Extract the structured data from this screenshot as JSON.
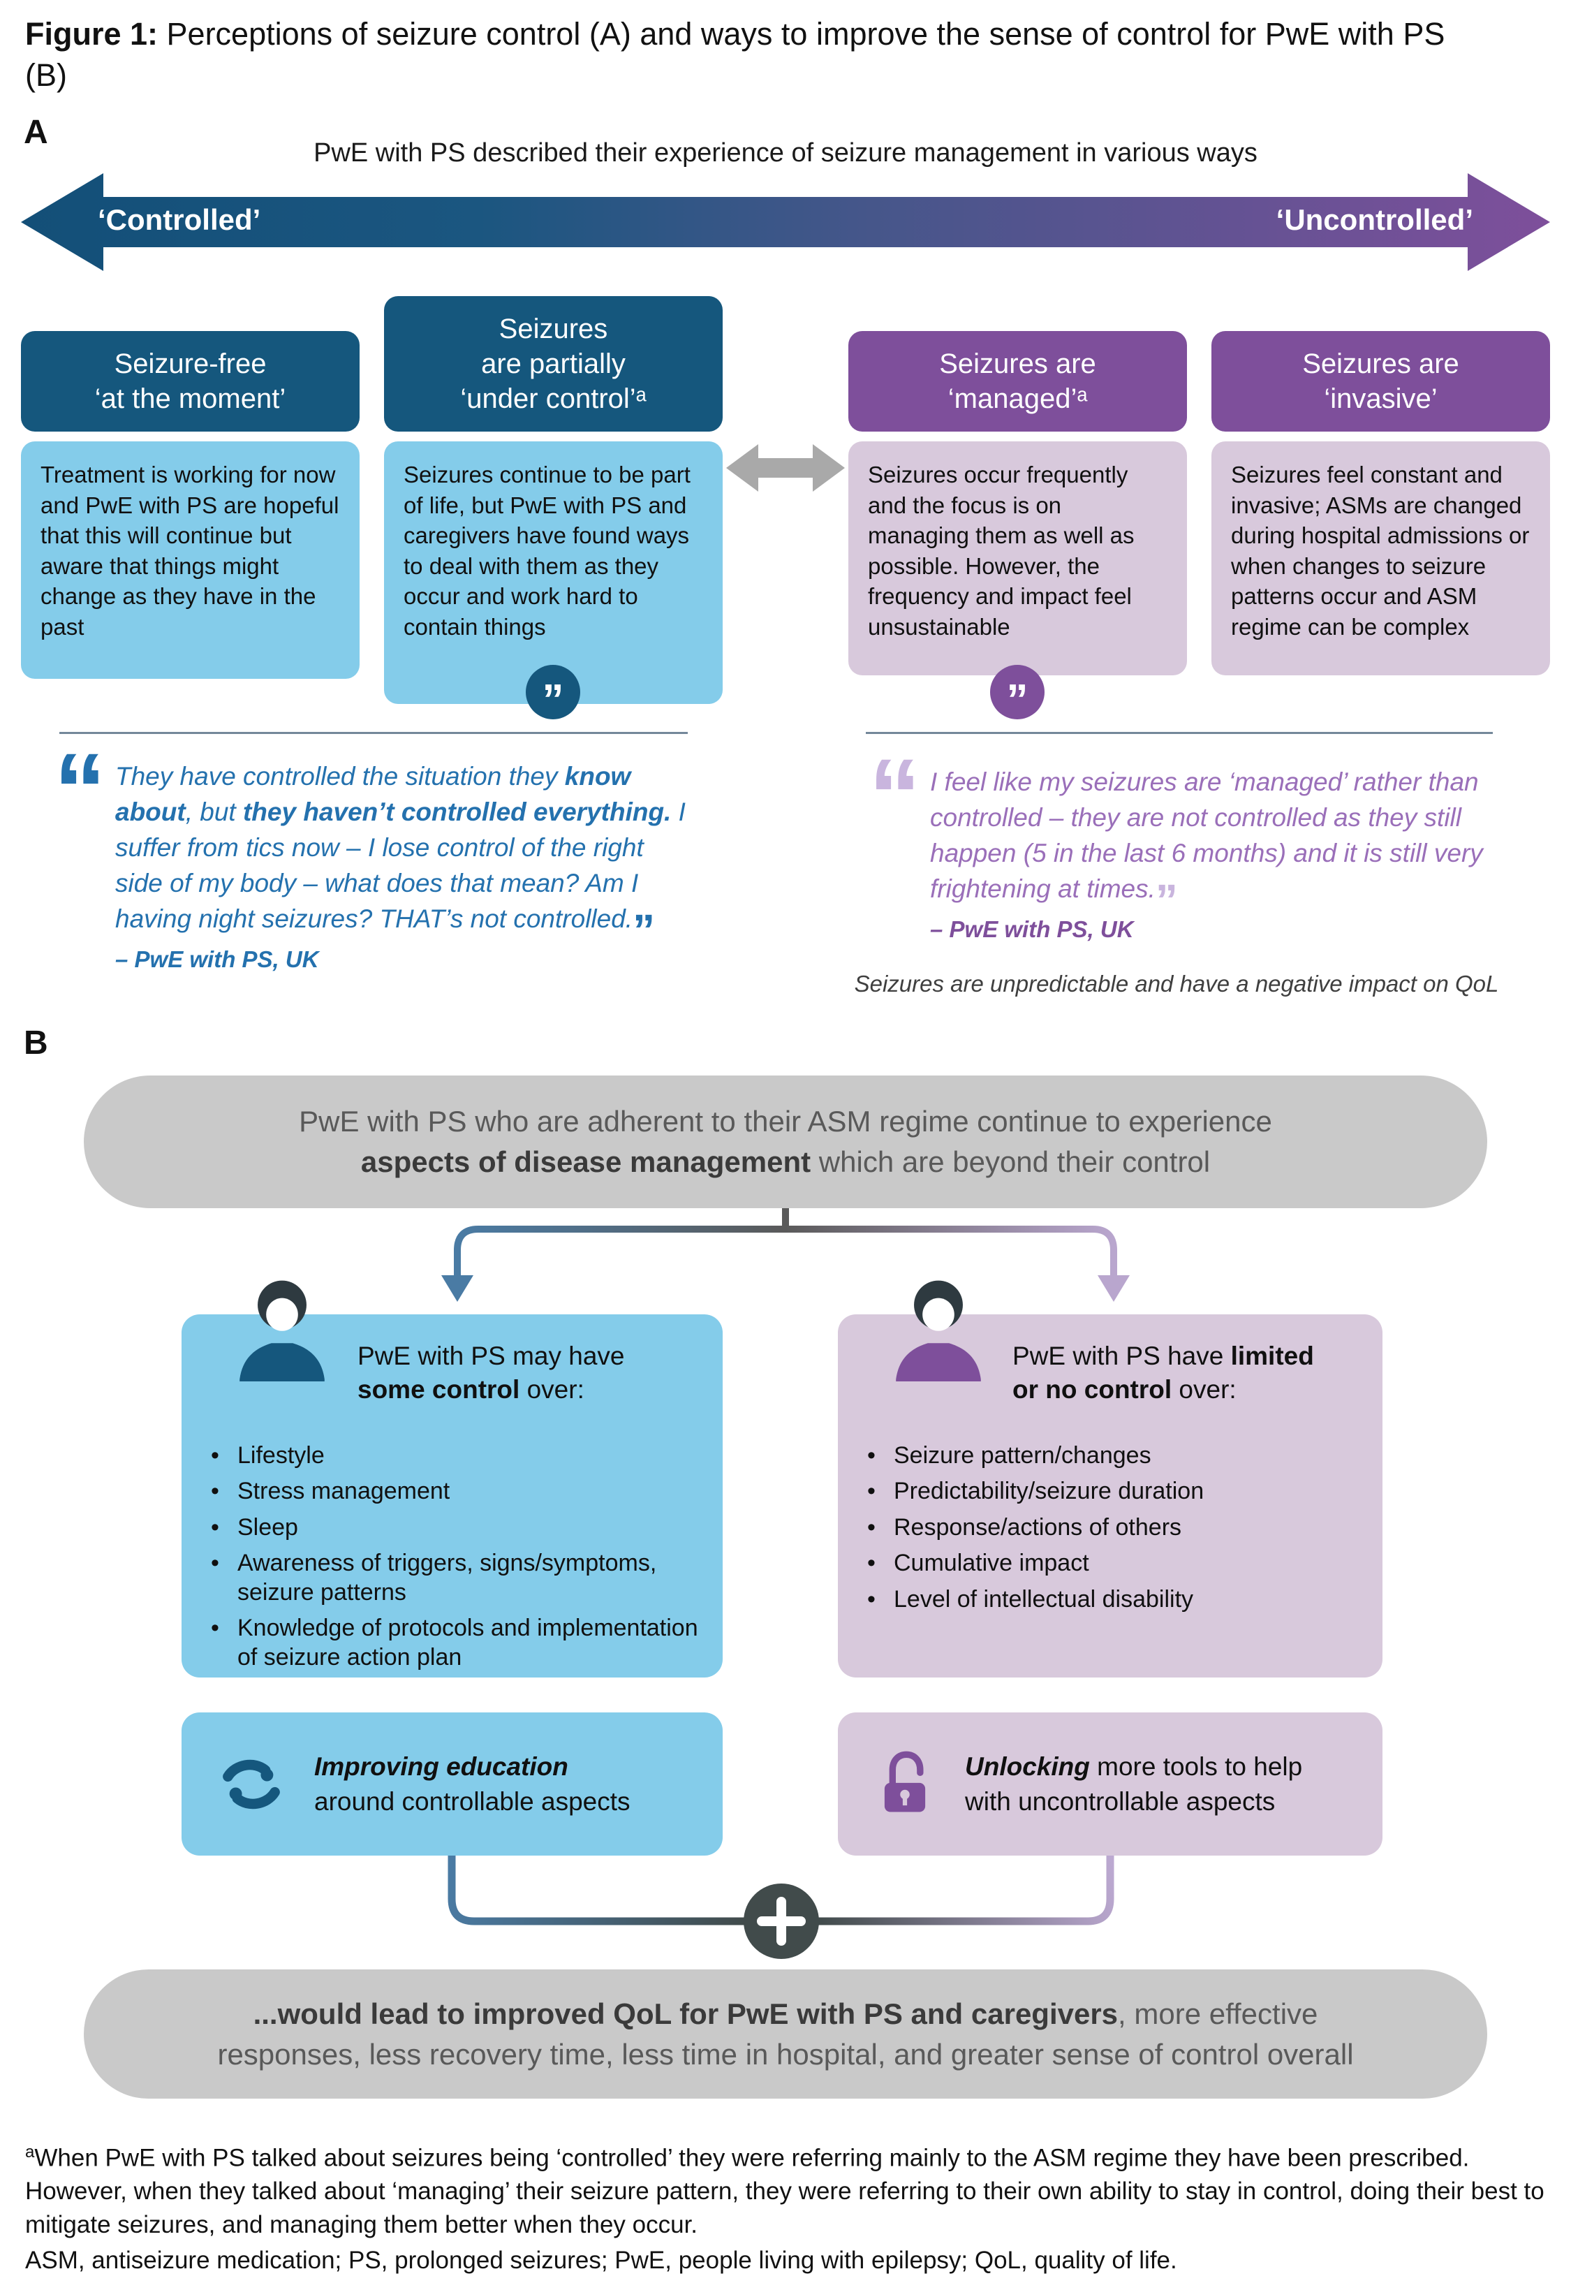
{
  "ui": {
    "bullet": "•",
    "quote_mark": "”"
  },
  "colors": {
    "dark_blue": "#15577D",
    "light_blue": "#84CCEA",
    "purple": "#7E4F9B",
    "light_purple": "#D8C9DC",
    "gray_banner": "#C9C9C9",
    "gray_arrow": "#A9A9A9"
  },
  "figure": {
    "title_bold": "Figure 1:",
    "title_rest": " Perceptions of seizure control (A) and ways to improve the sense of control for PwE with PS (B)"
  },
  "panel_a": {
    "label": "A",
    "caption": "PwE with PS described their experience of seizure management in various ways",
    "spectrum": {
      "left_label": "‘Controlled’",
      "right_label": "‘Uncontrolled’"
    },
    "boxes": [
      {
        "header": "Seizure-free\n‘at the moment’",
        "body": "Treatment is working for now and PwE with PS are hopeful that this will continue but aware that things might change as they have in the past"
      },
      {
        "header": "Seizures\nare partially\n‘under control’ᵃ",
        "body": "Seizures continue to be part of life, but PwE with PS and caregivers have found ways to deal with them as they occur and work hard to contain things"
      },
      {
        "header": "Seizures are\n‘managed’ᵃ",
        "body": "Seizures occur frequently and the focus is on managing them as well as possible. However, the frequency and impact feel unsustainable"
      },
      {
        "header": "Seizures are\n‘invasive’",
        "body": "Seizures feel constant and invasive; ASMs are changed during hospital admissions or when changes to seizure patterns occur and ASM regime can be complex"
      }
    ],
    "quote_left": {
      "open": "“",
      "p1": "They have controlled the situation they ",
      "b1": "know about",
      "p2": ", but ",
      "b2": "they haven’t controlled everything.",
      "p3": " I suffer from tics now – I lose control of the right side of my body – what does that mean? Am I having night seizures? THAT’s not controlled.",
      "close": "”",
      "attribution": "– PwE with PS, UK"
    },
    "quote_right": {
      "open": "“",
      "text": "I feel like my seizures are ‘managed’ rather than controlled – they are not controlled as they still happen (5 in the last 6 months) and it is still very frightening at times.",
      "close": "”",
      "attribution": "– PwE with PS, UK",
      "caption": "Seizures are unpredictable and have a negative impact on QoL"
    }
  },
  "panel_b": {
    "label": "B",
    "banner_top": {
      "line1": "PwE with PS who are adherent to their ASM regime continue to experience",
      "line2_bold": "aspects of disease management",
      "line2_rest": " which are beyond their control"
    },
    "left_box": {
      "t_line1": "PwE with PS may have",
      "t_line2_bold": "some control",
      "t_line2_rest": " over:",
      "bullets": [
        "Lifestyle",
        "Stress management",
        "Sleep",
        "Awareness of triggers, signs/symptoms, seizure patterns",
        "Knowledge of protocols and implementation of seizure action plan"
      ]
    },
    "right_box": {
      "t_line1": "PwE with PS have ",
      "t_line1_bold": "limited",
      "t_line2_bold": "or no control",
      "t_line2_rest": " over:",
      "bullets": [
        "Seizure pattern/changes",
        "Predictability/seizure duration",
        "Response/actions of others",
        "Cumulative impact",
        "Level of intellectual disability"
      ]
    },
    "education_box": {
      "line1_bold": "Improving education",
      "line2": "around controllable aspects"
    },
    "unlock_box": {
      "line1_bold": "Unlocking",
      "line1_rest": " more tools to help",
      "line2": "with uncontrollable aspects"
    },
    "banner_bottom": {
      "line1_bold": "...would lead to improved QoL for PwE with PS and caregivers",
      "line1_rest": ", more effective",
      "line2": "responses, less recovery time, less time in hospital, and greater sense of control overall"
    }
  },
  "footnotes": {
    "sup": "a",
    "note": "When PwE with PS talked about seizures being ‘controlled’ they were referring mainly to the ASM regime they have been prescribed. However, when they talked about ‘managing’ their seizure pattern, they were referring to their own ability to stay in control, doing their best to mitigate seizures, and managing them better when they occur.",
    "abbreviations": "ASM, antiseizure medication; PS, prolonged seizures; PwE, people living with epilepsy; QoL, quality of life."
  }
}
